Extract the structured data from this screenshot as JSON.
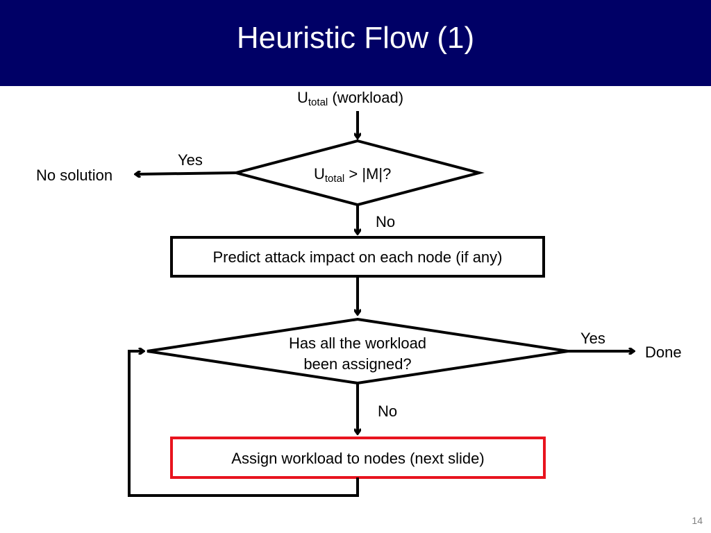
{
  "slide": {
    "title": "Heuristic Flow (1)",
    "page_number": "14"
  },
  "flow": {
    "start": {
      "main": "U",
      "sub": "total",
      "rest": " (workload)"
    },
    "decision1": {
      "main": "U",
      "sub": "total",
      "rest": " > |M|?"
    },
    "decision1_yes": "Yes",
    "decision1_yes_target": "No solution",
    "decision1_no": "No",
    "predict_box": "Predict attack impact on each node (if any)",
    "decision2_line1": "Has all the workload",
    "decision2_line2": "been assigned?",
    "decision2_yes": "Yes",
    "decision2_yes_target": "Done",
    "decision2_no": "No",
    "assign_box": "Assign workload to nodes (next slide)"
  },
  "colors": {
    "title_bar": "#000066",
    "highlight_border": "#e8141e"
  }
}
